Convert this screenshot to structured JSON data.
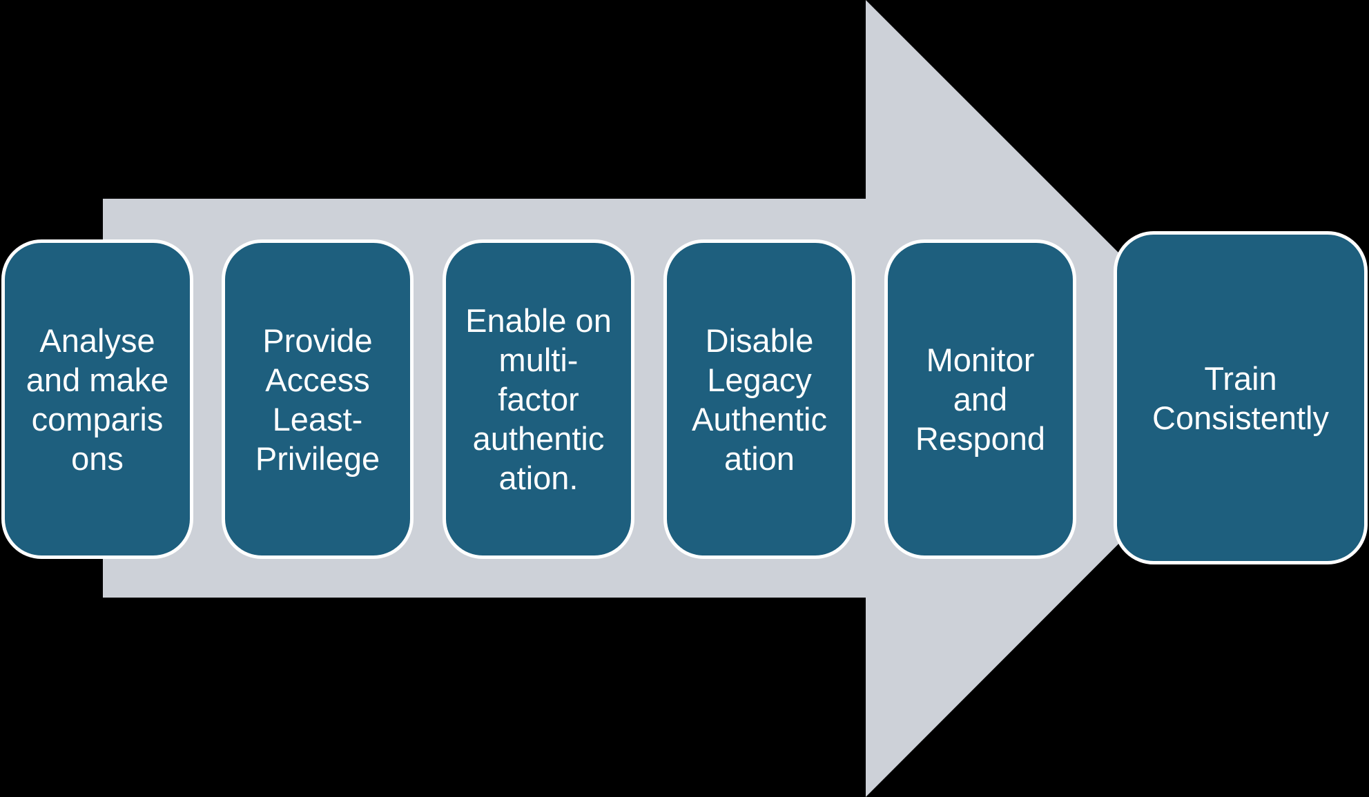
{
  "diagram": {
    "type": "process-arrow",
    "background_color": "#000000",
    "arrow": {
      "direction": "right",
      "color": "#CDD1D8"
    },
    "box_style": {
      "fill": "#1E5F7E",
      "border": "#FFFFFF",
      "text_color": "#FFFFFF"
    },
    "steps": [
      {
        "label": "Analyse and make comparisons",
        "lines": [
          "Analyse",
          "and make",
          "comparis",
          "ons"
        ]
      },
      {
        "label": "Provide Access Least-Privilege",
        "lines": [
          "Provide",
          "Access",
          "Least-",
          "Privilege"
        ]
      },
      {
        "label": "Enable on multi-factor authentication.",
        "lines": [
          "Enable on",
          "multi-",
          "factor",
          "authentic",
          "ation."
        ]
      },
      {
        "label": "Disable Legacy Authentication",
        "lines": [
          "Disable",
          "Legacy",
          "Authentic",
          "ation"
        ]
      },
      {
        "label": "Monitor and Respond",
        "lines": [
          "Monitor",
          "and",
          "Respond"
        ]
      },
      {
        "label": "Train Consistently",
        "lines": [
          "Train",
          "Consistently"
        ]
      }
    ]
  }
}
